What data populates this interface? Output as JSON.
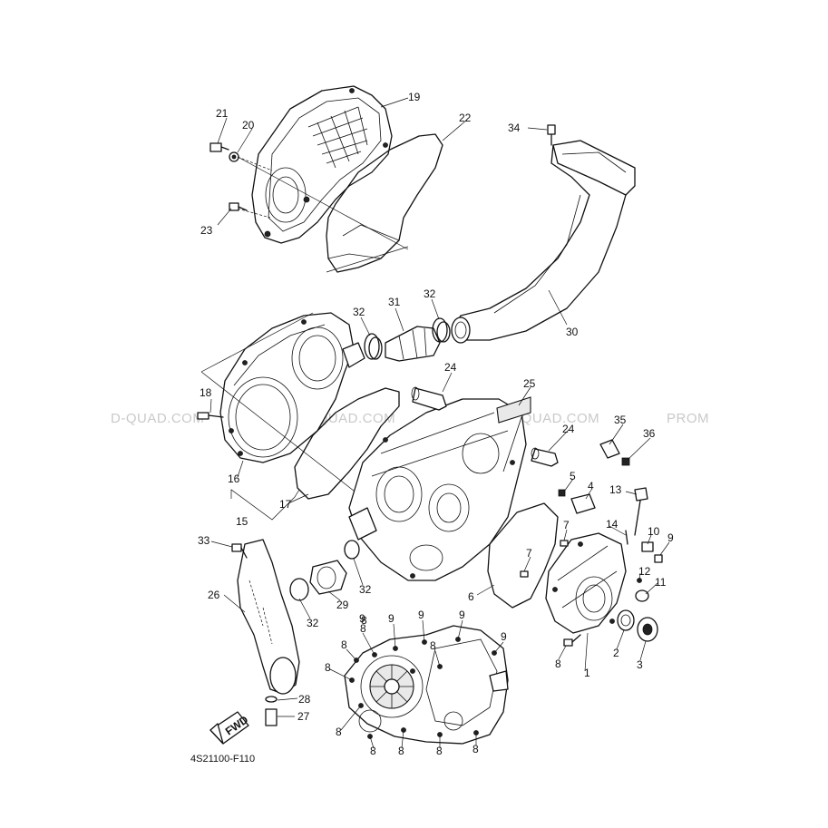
{
  "diagram": {
    "reference_code": "4S21100-F110",
    "watermark_texts": [
      "D-QUAD.COM",
      "PROMO-QUAD.COM",
      "PROMO-QUAD.COM",
      "PROM"
    ],
    "fwd_badge": "FWD",
    "callouts": [
      "1",
      "2",
      "3",
      "4",
      "5",
      "6",
      "7",
      "7",
      "8",
      "8",
      "8",
      "8",
      "8",
      "8",
      "8",
      "8",
      "8",
      "8",
      "8",
      "9",
      "9",
      "9",
      "9",
      "9",
      "9",
      "10",
      "11",
      "12",
      "13",
      "14",
      "15",
      "16",
      "17",
      "18",
      "19",
      "20",
      "21",
      "22",
      "23",
      "24",
      "24",
      "25",
      "26",
      "27",
      "28",
      "29",
      "30",
      "31",
      "32",
      "32",
      "32",
      "32",
      "33",
      "34",
      "35",
      "36"
    ]
  }
}
